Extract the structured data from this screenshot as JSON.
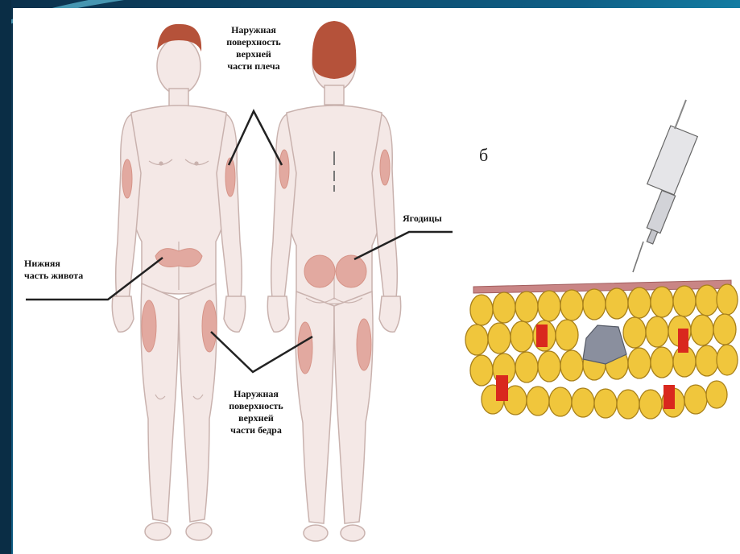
{
  "labels": {
    "upper_arm": "Наружная\nповерхность\nверхней\nчасти плеча",
    "abdomen": "Нижняя\nчасть живота",
    "buttocks": "Ягодицы",
    "thigh": "Наружная\nповерхность\nверхней\nчасти бедра"
  },
  "figure_letter": "б",
  "colors": {
    "skin": "#f4e8e6",
    "body_outline": "#c9b2ae",
    "injection_zone": "#e2a9a0",
    "hair": "#b5523a",
    "fat_cell": "#f0c63c",
    "fat_outline": "#a8801a",
    "blood_vessel": "#d9281e",
    "insulin_depot": "#8a8f9e",
    "skin_surface": "#b07070"
  }
}
